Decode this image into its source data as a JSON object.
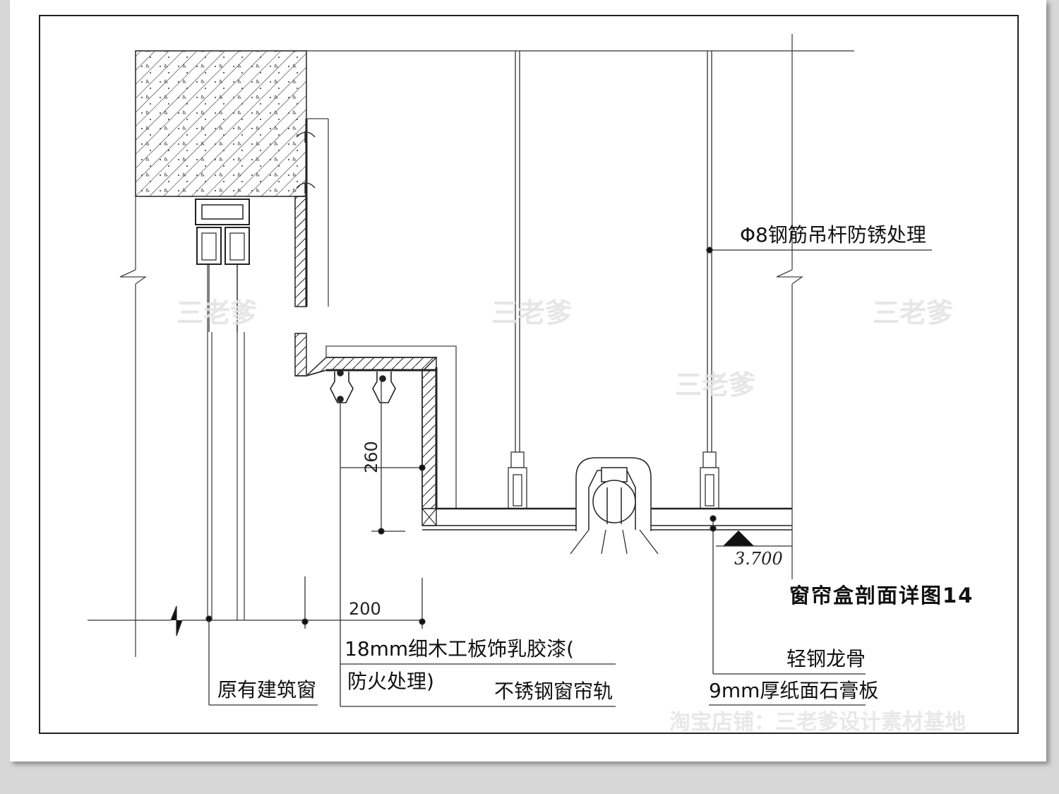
{
  "drawing": {
    "title": "窗帘盒剖面详图14",
    "labels": {
      "rod": "Φ8钢筋吊杆防锈处理",
      "keel": "轻钢龙骨",
      "gypsum": "9mm厚纸面石膏板",
      "board_line1": "18mm细木工板饰乳胶漆(",
      "board_line2": "防火处理)",
      "rail": "不锈钢窗帘轨",
      "window": "原有建筑窗"
    },
    "dimensions": {
      "vertical": "260",
      "horizontal": "200",
      "elevation": "3.700"
    },
    "watermarks": {
      "mark": "三老爹",
      "shop": "淘宝店铺：三老爹设计素材基地"
    }
  }
}
